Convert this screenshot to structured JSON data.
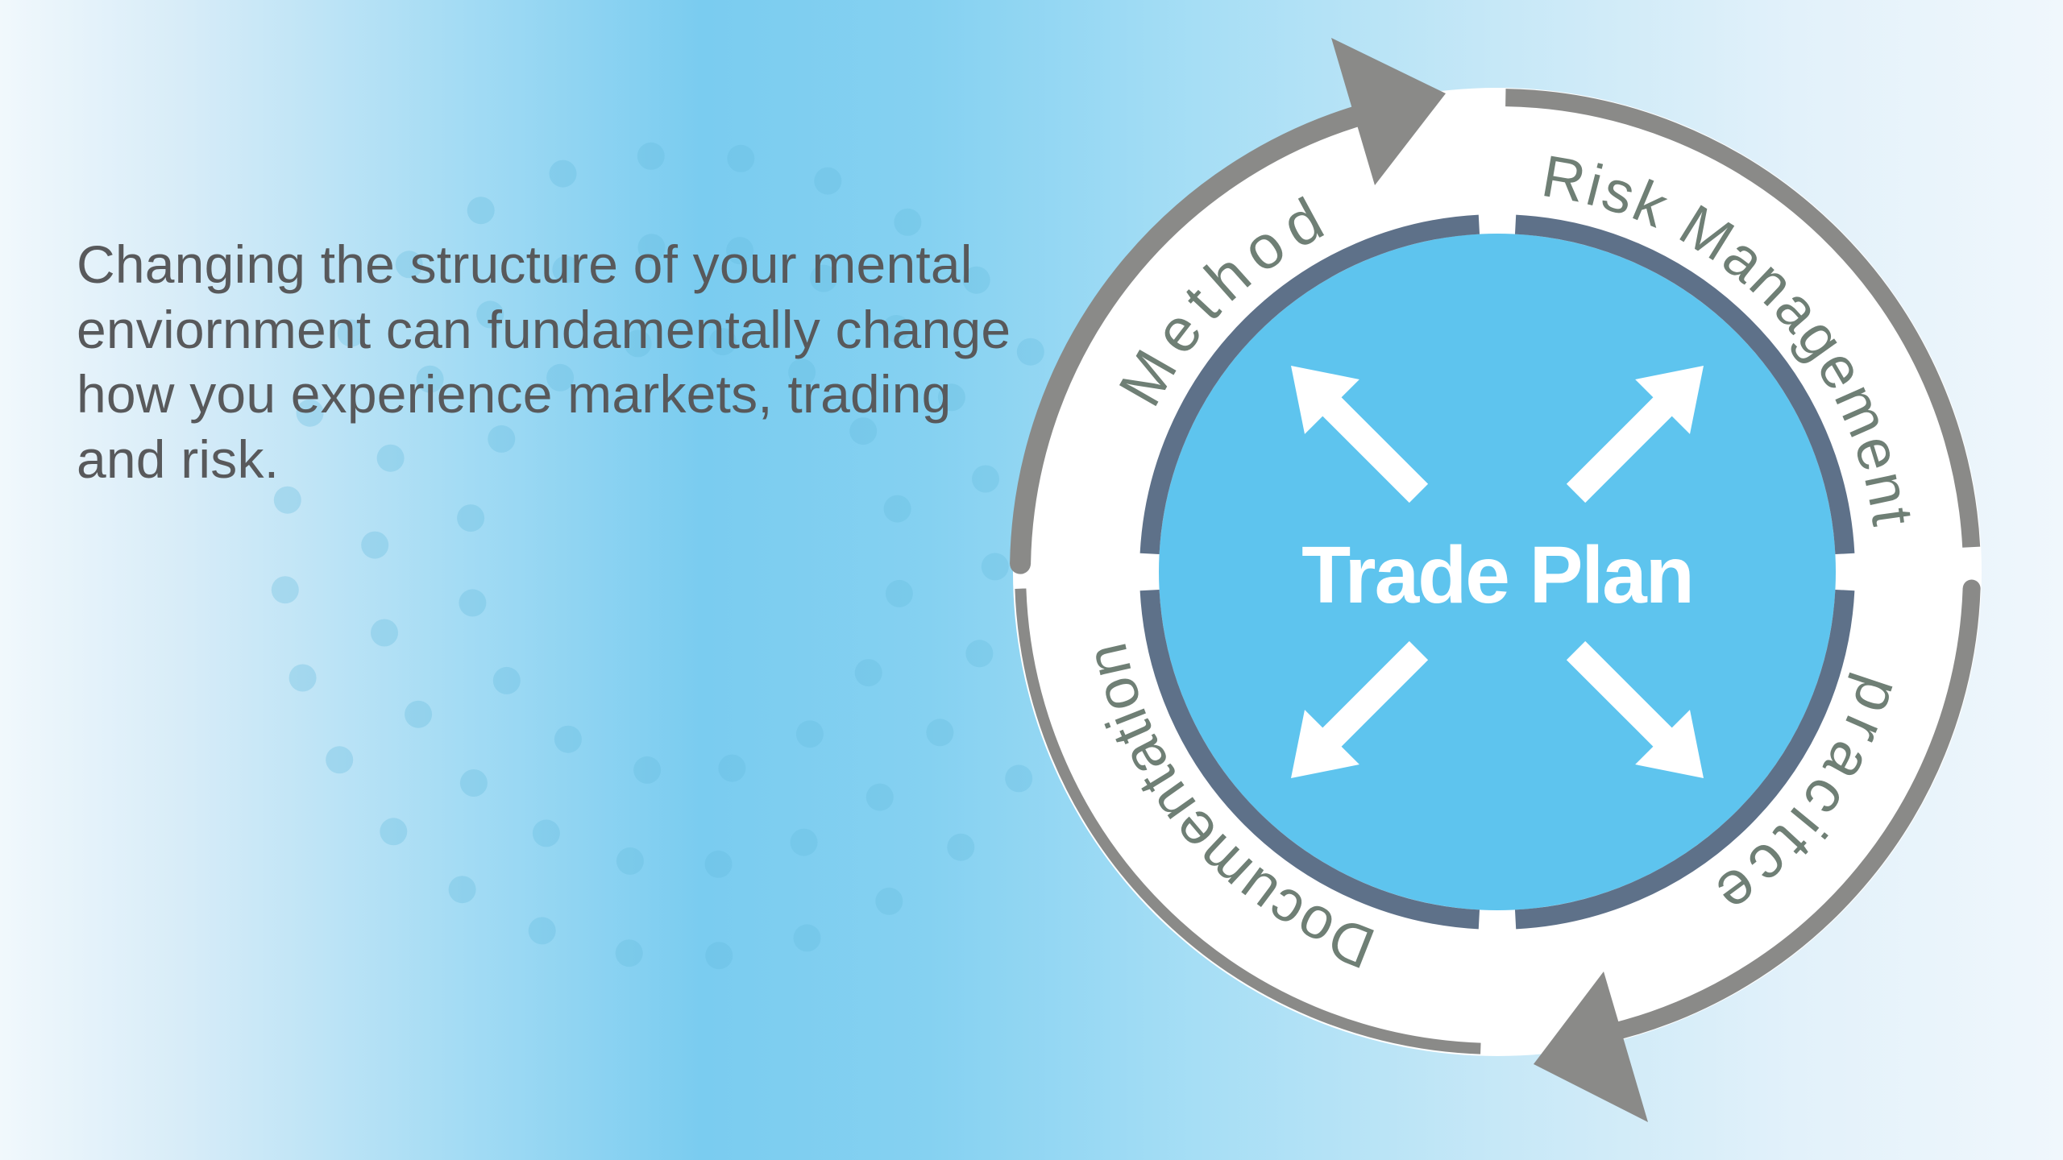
{
  "slide": {
    "paragraph": {
      "lines": [
        "Changing the structure of your mental",
        "enviornment can fundamentally change",
        "how you experience markets, trading",
        "and risk."
      ]
    }
  },
  "diagram": {
    "center_label": "Trade Plan",
    "flow_direction": "clockwise",
    "labels": [
      {
        "id": "method",
        "text": "Method",
        "arc_start": 187,
        "arc_end": 263,
        "letter_spacing": 12
      },
      {
        "id": "risk-management",
        "text": "Risk Management",
        "arc_start": 270,
        "arc_end": 360,
        "letter_spacing": 3
      },
      {
        "id": "practice",
        "text": "pracitce",
        "arc_start": 0,
        "arc_end": 72,
        "letter_spacing": 9
      },
      {
        "id": "documentation",
        "text": "Documentation",
        "arc_start": 100,
        "arc_end": 178,
        "letter_spacing": 1
      }
    ]
  },
  "colors": {
    "accent-blue": "#5ec4ee",
    "slate": "#5e7189",
    "gray": "#8a8a88",
    "ring-text": "#6f7f75",
    "paragraph-text": "#58595b",
    "dot": "#64bade",
    "band-white": "#ffffff",
    "bg-left": "#f1f8fc",
    "bg-peak": "#7accf0",
    "bg-right": "#f0f7fc"
  }
}
